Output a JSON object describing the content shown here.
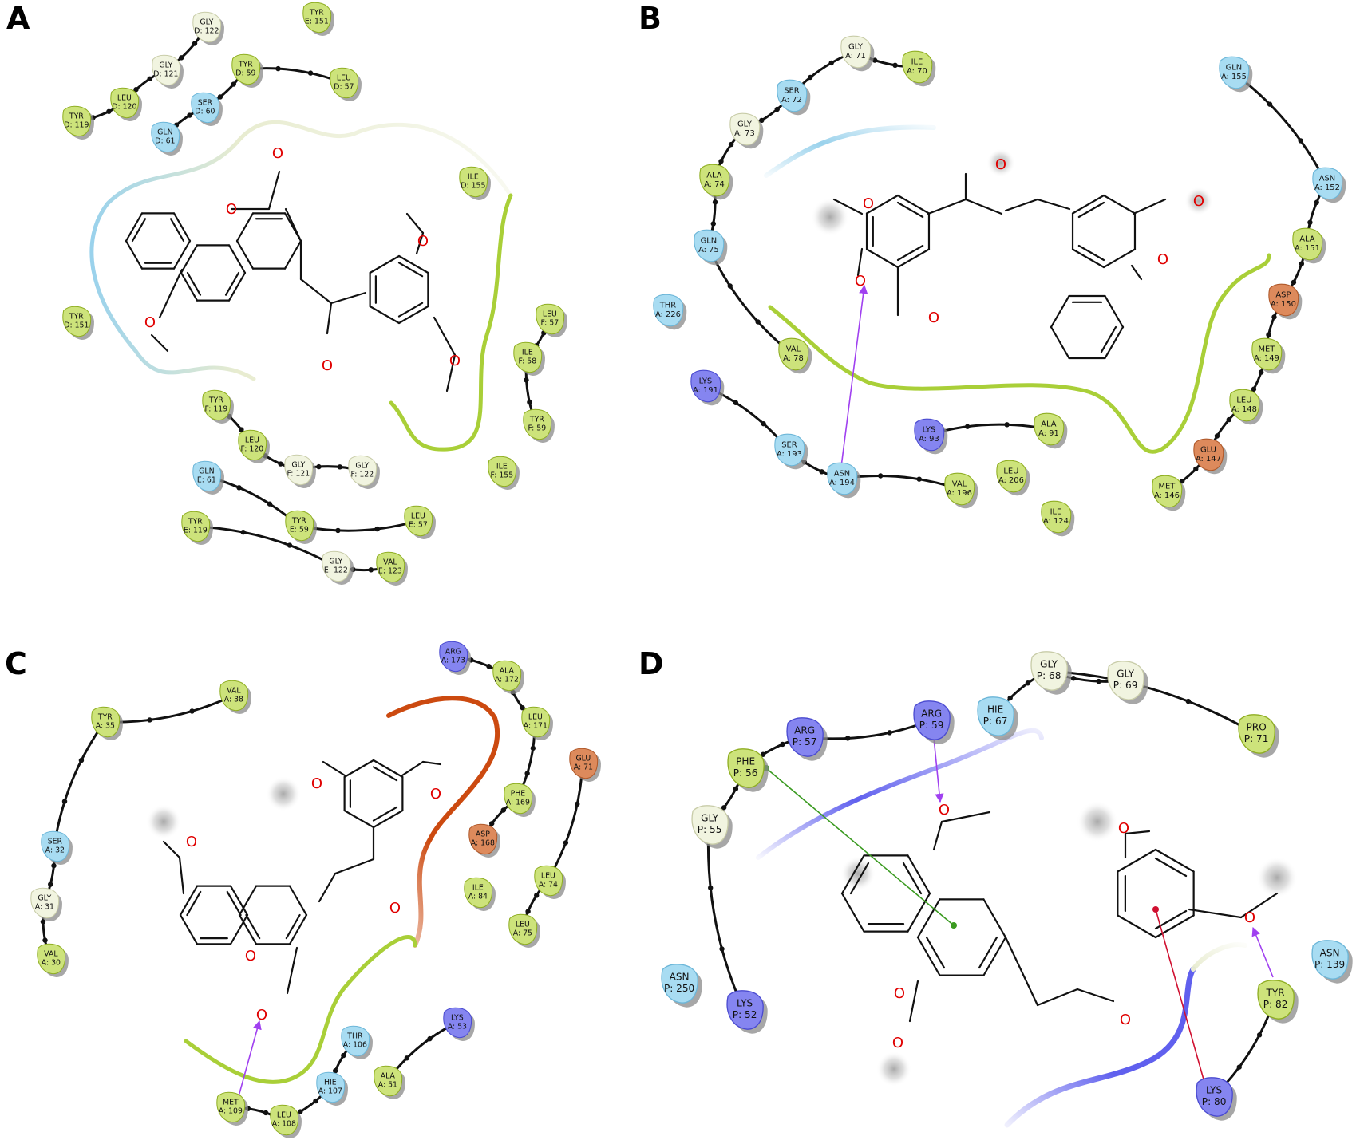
{
  "colors": {
    "hydrophobic": "#cde37b",
    "hydrophobic_dark": "#b2d235",
    "polar": "#a8dcf2",
    "glycine": "#f1f4e0",
    "positive": "#8585f0",
    "negative": "#dd8a5c",
    "pocket_hydrophobic": "#a9cf38",
    "pocket_polar": "#9ad2ec",
    "pocket_glycine": "#e8ecd0",
    "pocket_positive": "#6060ee",
    "pocket_negative": "#cc4a10",
    "hbond": "#a040f0",
    "pi_pi": "#3a9a20",
    "pi_cation": "#d01030",
    "oxygen": "#e00000"
  },
  "panels": [
    {
      "letter": "A",
      "atoms": [
        "O",
        "O",
        "O",
        "O",
        "O",
        "O"
      ],
      "residues": [
        {
          "name": "GLY",
          "num": "D: 122",
          "type": "glycine"
        },
        {
          "name": "TYR",
          "num": "E: 151",
          "type": "hydrophobic"
        },
        {
          "name": "GLY",
          "num": "D: 121",
          "type": "glycine"
        },
        {
          "name": "TYR",
          "num": "D: 59",
          "type": "hydrophobic"
        },
        {
          "name": "LEU",
          "num": "D: 57",
          "type": "hydrophobic"
        },
        {
          "name": "LEU",
          "num": "D: 120",
          "type": "hydrophobic"
        },
        {
          "name": "SER",
          "num": "D: 60",
          "type": "polar"
        },
        {
          "name": "TYR",
          "num": "D: 119",
          "type": "hydrophobic"
        },
        {
          "name": "GLN",
          "num": "D: 61",
          "type": "polar"
        },
        {
          "name": "ILE",
          "num": "D: 155",
          "type": "hydrophobic"
        },
        {
          "name": "TYR",
          "num": "D: 151",
          "type": "hydrophobic"
        },
        {
          "name": "LEU",
          "num": "F: 57",
          "type": "hydrophobic"
        },
        {
          "name": "ILE",
          "num": "F: 58",
          "type": "hydrophobic"
        },
        {
          "name": "TYR",
          "num": "F: 59",
          "type": "hydrophobic"
        },
        {
          "name": "TYR",
          "num": "F: 119",
          "type": "hydrophobic"
        },
        {
          "name": "LEU",
          "num": "F: 120",
          "type": "hydrophobic"
        },
        {
          "name": "GLY",
          "num": "F: 121",
          "type": "glycine"
        },
        {
          "name": "GLY",
          "num": "F: 122",
          "type": "glycine"
        },
        {
          "name": "ILE",
          "num": "F: 155",
          "type": "hydrophobic"
        },
        {
          "name": "GLN",
          "num": "E: 61",
          "type": "polar"
        },
        {
          "name": "TYR",
          "num": "E: 59",
          "type": "hydrophobic"
        },
        {
          "name": "LEU",
          "num": "E: 57",
          "type": "hydrophobic"
        },
        {
          "name": "TYR",
          "num": "E: 119",
          "type": "hydrophobic"
        },
        {
          "name": "GLY",
          "num": "E: 122",
          "type": "glycine"
        },
        {
          "name": "VAL",
          "num": "E: 123",
          "type": "hydrophobic"
        }
      ]
    },
    {
      "letter": "B",
      "atoms": [
        "O",
        "O",
        "O",
        "O",
        "O",
        "O"
      ],
      "residues": [
        {
          "name": "GLY",
          "num": "A: 71",
          "type": "glycine"
        },
        {
          "name": "ILE",
          "num": "A: 70",
          "type": "hydrophobic"
        },
        {
          "name": "SER",
          "num": "A: 72",
          "type": "polar"
        },
        {
          "name": "GLY",
          "num": "A: 73",
          "type": "glycine"
        },
        {
          "name": "ALA",
          "num": "A: 74",
          "type": "hydrophobic"
        },
        {
          "name": "GLN",
          "num": "A: 75",
          "type": "polar"
        },
        {
          "name": "THR",
          "num": "A: 226",
          "type": "polar"
        },
        {
          "name": "VAL",
          "num": "A: 78",
          "type": "hydrophobic"
        },
        {
          "name": "LYS",
          "num": "A: 191",
          "type": "positive"
        },
        {
          "name": "SER",
          "num": "A: 193",
          "type": "polar"
        },
        {
          "name": "ASN",
          "num": "A: 194",
          "type": "polar"
        },
        {
          "name": "LYS",
          "num": "A: 93",
          "type": "positive"
        },
        {
          "name": "ALA",
          "num": "A: 91",
          "type": "hydrophobic"
        },
        {
          "name": "VAL",
          "num": "A: 196",
          "type": "hydrophobic"
        },
        {
          "name": "LEU",
          "num": "A: 206",
          "type": "hydrophobic"
        },
        {
          "name": "ILE",
          "num": "A: 124",
          "type": "hydrophobic"
        },
        {
          "name": "GLN",
          "num": "A: 155",
          "type": "polar"
        },
        {
          "name": "ASN",
          "num": "A: 152",
          "type": "polar"
        },
        {
          "name": "ALA",
          "num": "A: 151",
          "type": "hydrophobic"
        },
        {
          "name": "ASP",
          "num": "A: 150",
          "type": "negative"
        },
        {
          "name": "MET",
          "num": "A: 149",
          "type": "hydrophobic"
        },
        {
          "name": "LEU",
          "num": "A: 148",
          "type": "hydrophobic"
        },
        {
          "name": "GLU",
          "num": "A: 147",
          "type": "negative"
        },
        {
          "name": "MET",
          "num": "A: 146",
          "type": "hydrophobic"
        }
      ]
    },
    {
      "letter": "C",
      "atoms": [
        "O",
        "O",
        "O",
        "O",
        "O",
        "O"
      ],
      "residues": [
        {
          "name": "VAL",
          "num": "A: 38",
          "type": "hydrophobic"
        },
        {
          "name": "TYR",
          "num": "A: 35",
          "type": "hydrophobic"
        },
        {
          "name": "SER",
          "num": "A: 32",
          "type": "polar"
        },
        {
          "name": "GLY",
          "num": "A: 31",
          "type": "glycine"
        },
        {
          "name": "VAL",
          "num": "A: 30",
          "type": "hydrophobic"
        },
        {
          "name": "ARG",
          "num": "A: 173",
          "type": "positive"
        },
        {
          "name": "ALA",
          "num": "A: 172",
          "type": "hydrophobic"
        },
        {
          "name": "LEU",
          "num": "A: 171",
          "type": "hydrophobic"
        },
        {
          "name": "GLU",
          "num": "A: 71",
          "type": "negative"
        },
        {
          "name": "PHE",
          "num": "A: 169",
          "type": "hydrophobic"
        },
        {
          "name": "ASP",
          "num": "A: 168",
          "type": "negative"
        },
        {
          "name": "LEU",
          "num": "A: 74",
          "type": "hydrophobic"
        },
        {
          "name": "ILE",
          "num": "A: 84",
          "type": "hydrophobic"
        },
        {
          "name": "LEU",
          "num": "A: 75",
          "type": "hydrophobic"
        },
        {
          "name": "LYS",
          "num": "A: 53",
          "type": "positive"
        },
        {
          "name": "THR",
          "num": "A: 106",
          "type": "polar"
        },
        {
          "name": "HIE",
          "num": "A: 107",
          "type": "polar"
        },
        {
          "name": "ALA",
          "num": "A: 51",
          "type": "hydrophobic"
        },
        {
          "name": "MET",
          "num": "A: 109",
          "type": "hydrophobic"
        },
        {
          "name": "LEU",
          "num": "A: 108",
          "type": "hydrophobic"
        }
      ]
    },
    {
      "letter": "D",
      "atoms": [
        "O",
        "O",
        "O",
        "O",
        "O",
        "O"
      ],
      "residues": [
        {
          "name": "GLY",
          "num": "P: 68",
          "type": "glycine"
        },
        {
          "name": "GLY",
          "num": "P: 69",
          "type": "glycine"
        },
        {
          "name": "HIE",
          "num": "P: 67",
          "type": "polar"
        },
        {
          "name": "ARG",
          "num": "P: 57",
          "type": "positive"
        },
        {
          "name": "ARG",
          "num": "P: 59",
          "type": "positive"
        },
        {
          "name": "PRO",
          "num": "P: 71",
          "type": "hydrophobic"
        },
        {
          "name": "PHE",
          "num": "P: 56",
          "type": "hydrophobic"
        },
        {
          "name": "GLY",
          "num": "P: 55",
          "type": "glycine"
        },
        {
          "name": "ASN",
          "num": "P: 250",
          "type": "polar"
        },
        {
          "name": "LYS",
          "num": "P: 52",
          "type": "positive"
        },
        {
          "name": "ASN",
          "num": "P: 139",
          "type": "polar"
        },
        {
          "name": "TYR",
          "num": "P: 82",
          "type": "hydrophobic"
        },
        {
          "name": "LYS",
          "num": "P: 80",
          "type": "positive"
        }
      ]
    }
  ]
}
